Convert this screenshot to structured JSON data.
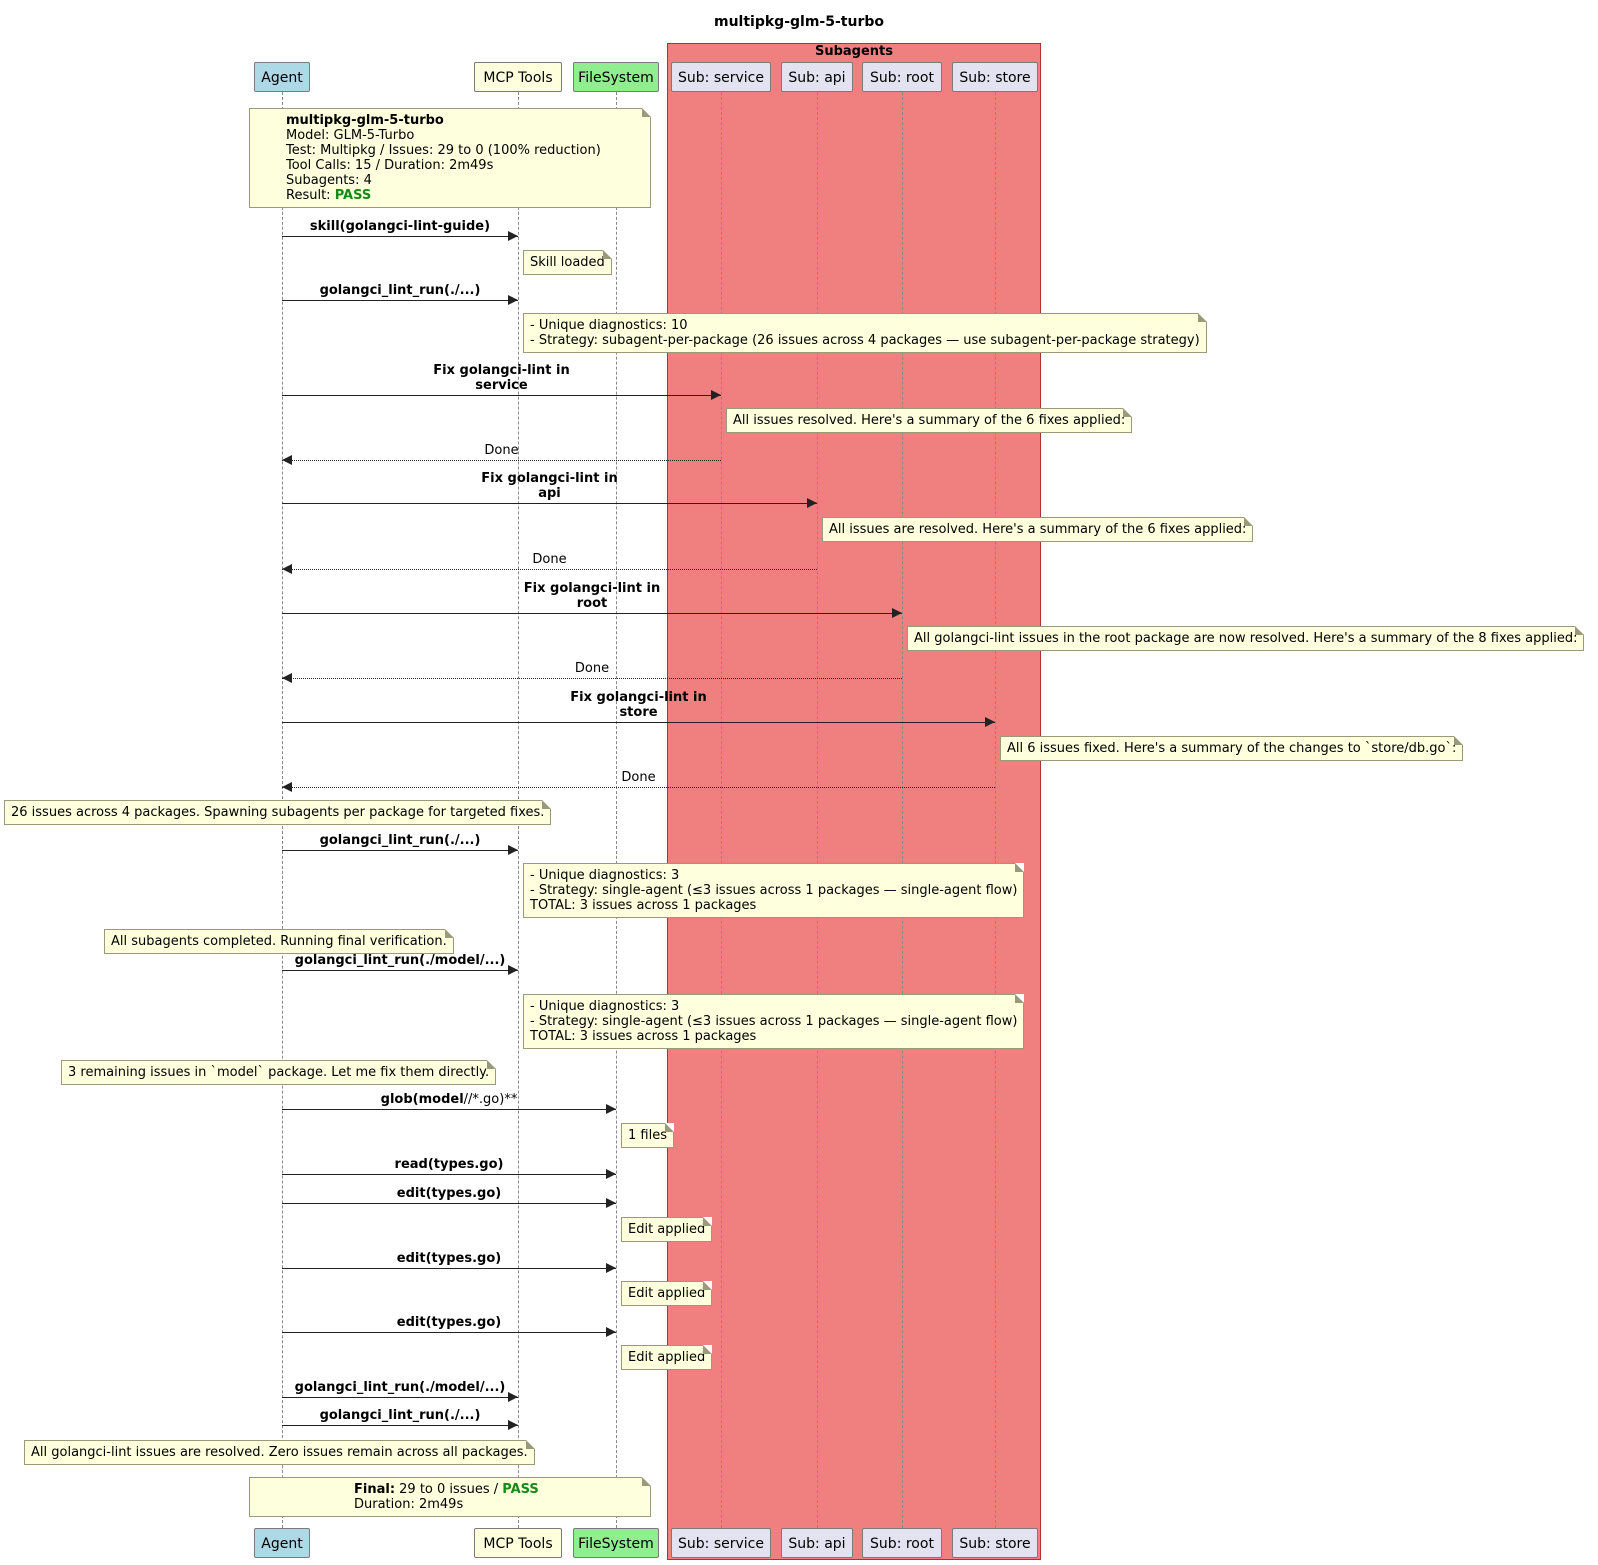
{
  "title": "multipkg-glm-5-turbo",
  "group": {
    "label": "Subagents",
    "color": "#f08080"
  },
  "participants": [
    {
      "id": "agent",
      "label": "Agent",
      "color": "#add8e6"
    },
    {
      "id": "mcp",
      "label": "MCP Tools",
      "color": "#feffdd"
    },
    {
      "id": "fs",
      "label": "FileSystem",
      "color": "#90ee90"
    },
    {
      "id": "sub_service",
      "label": "Sub: service",
      "color": "#e2e2f0"
    },
    {
      "id": "sub_api",
      "label": "Sub: api",
      "color": "#e2e2f0"
    },
    {
      "id": "sub_root",
      "label": "Sub: root",
      "color": "#e2e2f0"
    },
    {
      "id": "sub_store",
      "label": "Sub: store",
      "color": "#e2e2f0"
    }
  ],
  "events": [
    {
      "kind": "note",
      "lines": [
        [
          {
            "text": "multipkg-glm-5-turbo",
            "style": "bold"
          }
        ],
        [
          {
            "text": "Model: GLM-5-Turbo"
          }
        ],
        [
          {
            "text": "Test: Multipkg / Issues: 29 to 0 (100% reduction)"
          }
        ],
        [
          {
            "text": "Tool Calls: 15 / Duration: 2m49s"
          }
        ],
        [
          {
            "text": "Subagents: 4"
          }
        ],
        [
          {
            "text": "Result: "
          },
          {
            "text": "PASS",
            "style": "pass"
          }
        ]
      ]
    },
    {
      "kind": "msg",
      "from": "agent",
      "to": "mcp",
      "label": "skill(golangci-lint-guide)",
      "bold": true
    },
    {
      "kind": "note",
      "lines": [
        [
          {
            "text": "Skill loaded"
          }
        ]
      ]
    },
    {
      "kind": "msg",
      "from": "agent",
      "to": "mcp",
      "label": "golangci_lint_run(./...)",
      "bold": true
    },
    {
      "kind": "note",
      "lines": [
        [
          {
            "text": "- Unique diagnostics: 10"
          }
        ],
        [
          {
            "text": "- Strategy: subagent-per-package (26 issues across 4 packages — use subagent-per-package strategy)"
          }
        ]
      ]
    },
    {
      "kind": "msg",
      "from": "agent",
      "to": "sub_service",
      "label": "Fix golangci-lint in\nservice",
      "bold": true
    },
    {
      "kind": "note",
      "lines": [
        [
          {
            "text": "All issues resolved. Here's a summary of the 6 fixes applied:"
          }
        ]
      ]
    },
    {
      "kind": "msg",
      "from": "sub_service",
      "to": "agent",
      "label": "Done",
      "bold": false,
      "dashed": true
    },
    {
      "kind": "msg",
      "from": "agent",
      "to": "sub_api",
      "label": "Fix golangci-lint in\napi",
      "bold": true
    },
    {
      "kind": "note",
      "lines": [
        [
          {
            "text": "All issues are resolved. Here's a summary of the 6 fixes applied:"
          }
        ]
      ]
    },
    {
      "kind": "msg",
      "from": "sub_api",
      "to": "agent",
      "label": "Done",
      "bold": false,
      "dashed": true
    },
    {
      "kind": "msg",
      "from": "agent",
      "to": "sub_root",
      "label": "Fix golangci-lint in\nroot",
      "bold": true
    },
    {
      "kind": "note",
      "lines": [
        [
          {
            "text": "All golangci-lint issues in the root package are now resolved. Here's a summary of the 8 fixes applied:"
          }
        ]
      ]
    },
    {
      "kind": "msg",
      "from": "sub_root",
      "to": "agent",
      "label": "Done",
      "bold": false,
      "dashed": true
    },
    {
      "kind": "msg",
      "from": "agent",
      "to": "sub_store",
      "label": "Fix golangci-lint in\nstore",
      "bold": true
    },
    {
      "kind": "note",
      "lines": [
        [
          {
            "text": "All 6 issues fixed. Here's a summary of the changes to `store/db.go`:"
          }
        ]
      ]
    },
    {
      "kind": "msg",
      "from": "sub_store",
      "to": "agent",
      "label": "Done",
      "bold": false,
      "dashed": true
    },
    {
      "kind": "note",
      "lines": [
        [
          {
            "text": "26 issues across 4 packages. Spawning subagents per package for targeted fixes."
          }
        ]
      ]
    },
    {
      "kind": "msg",
      "from": "agent",
      "to": "mcp",
      "label": "golangci_lint_run(./...)",
      "bold": true
    },
    {
      "kind": "note",
      "lines": [
        [
          {
            "text": "- Unique diagnostics: 3"
          }
        ],
        [
          {
            "text": "- Strategy: single-agent (≤3 issues across 1 packages — single-agent flow)"
          }
        ],
        [
          {
            "text": "TOTAL: 3 issues across 1 packages"
          }
        ]
      ]
    },
    {
      "kind": "note",
      "lines": [
        [
          {
            "text": "All subagents completed. Running final verification."
          }
        ]
      ]
    },
    {
      "kind": "msg",
      "from": "agent",
      "to": "mcp",
      "label": "golangci_lint_run(./model/...)",
      "bold": true
    },
    {
      "kind": "note",
      "lines": [
        [
          {
            "text": "- Unique diagnostics: 3"
          }
        ],
        [
          {
            "text": "- Strategy: single-agent (≤3 issues across 1 packages — single-agent flow)"
          }
        ],
        [
          {
            "text": "TOTAL: 3 issues across 1 packages"
          }
        ]
      ]
    },
    {
      "kind": "note",
      "lines": [
        [
          {
            "text": "3 remaining issues in `model` package. Let me fix them directly."
          }
        ]
      ]
    },
    {
      "kind": "msg",
      "from": "agent",
      "to": "fs",
      "label_parts": [
        {
          "text": "glob(model",
          "style": "bold"
        },
        {
          "text": "//*.go)**"
        }
      ]
    },
    {
      "kind": "note",
      "lines": [
        [
          {
            "text": "1 files"
          }
        ]
      ]
    },
    {
      "kind": "msg",
      "from": "agent",
      "to": "fs",
      "label": "read(types.go)",
      "bold": true
    },
    {
      "kind": "msg",
      "from": "agent",
      "to": "fs",
      "label": "edit(types.go)",
      "bold": true
    },
    {
      "kind": "note",
      "lines": [
        [
          {
            "text": "Edit applied"
          }
        ]
      ]
    },
    {
      "kind": "msg",
      "from": "agent",
      "to": "fs",
      "label": "edit(types.go)",
      "bold": true
    },
    {
      "kind": "note",
      "lines": [
        [
          {
            "text": "Edit applied"
          }
        ]
      ]
    },
    {
      "kind": "msg",
      "from": "agent",
      "to": "fs",
      "label": "edit(types.go)",
      "bold": true
    },
    {
      "kind": "note",
      "lines": [
        [
          {
            "text": "Edit applied"
          }
        ]
      ]
    },
    {
      "kind": "msg",
      "from": "agent",
      "to": "mcp",
      "label": "golangci_lint_run(./model/...)",
      "bold": true
    },
    {
      "kind": "msg",
      "from": "agent",
      "to": "mcp",
      "label": "golangci_lint_run(./...)",
      "bold": true
    },
    {
      "kind": "note",
      "lines": [
        [
          {
            "text": "All golangci-lint issues are resolved. Zero issues remain across all packages."
          }
        ]
      ]
    },
    {
      "kind": "note",
      "lines": [
        [
          {
            "text": "Final:",
            "style": "bold"
          },
          {
            "text": " 29 to 0 issues / "
          },
          {
            "text": "PASS",
            "style": "pass"
          }
        ],
        [
          {
            "text": "Duration: 2m49s"
          }
        ]
      ]
    }
  ]
}
